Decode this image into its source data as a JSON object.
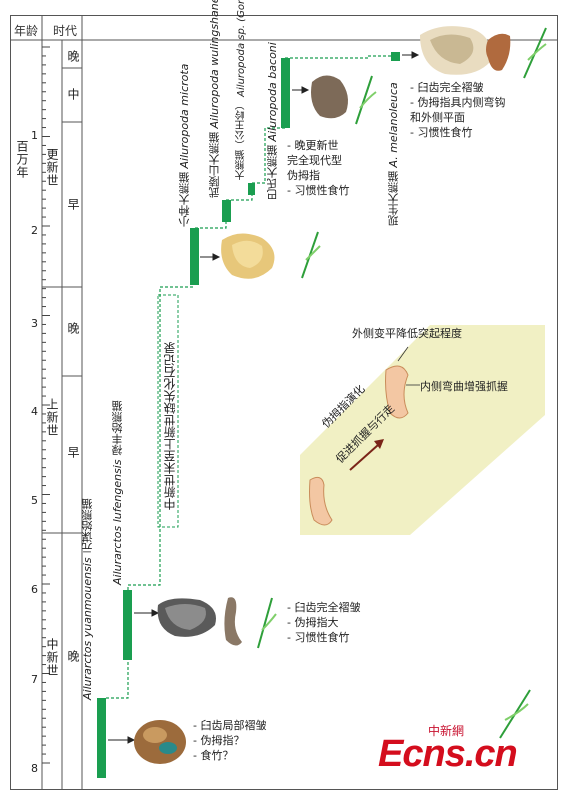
{
  "header": {
    "age": "年龄",
    "period": "时代"
  },
  "unit": "百万年",
  "ticks": [
    "1",
    "2",
    "3",
    "4",
    "5",
    "6",
    "7",
    "8"
  ],
  "epochs": [
    {
      "name": "更新世",
      "sub": [
        "晚",
        "中",
        "早"
      ]
    },
    {
      "name": "上新世",
      "sub": [
        "晚",
        "早"
      ]
    },
    {
      "name": "中新世",
      "sub": [
        "晚"
      ]
    }
  ],
  "taxa": [
    {
      "latin": "Ailurarctos yuanmouensis",
      "cn": "元谋始熊猫"
    },
    {
      "latin": "Ailurarctos lufengensis",
      "cn": "禄丰始熊猫"
    },
    {
      "latin": "Ailuropoda microta",
      "cn": "小种大熊猫"
    },
    {
      "latin": "Ailuropoda wulingshanensis",
      "cn": "武陵山大熊猫"
    },
    {
      "latin": "Ailuropoda sp. (Gongwangling)",
      "cn": "大熊猫（公王岭）"
    },
    {
      "latin": "Ailuropoda baconi",
      "cn": "巴氏大熊猫"
    },
    {
      "latin": "A. melanoleuca",
      "cn": "现生大熊猫"
    }
  ],
  "gap_label": "中新世末至上新世缺失化石记录",
  "notes": {
    "yuanmou": [
      "- 臼齿局部褶皱",
      "- 伪拇指？",
      "- 食竹？"
    ],
    "lufeng": [
      "- 臼齿完全褶皱",
      "- 伪拇指大",
      "- 习惯性食竹"
    ],
    "late_pleistocene": [
      "- 晚更新世",
      "  完全现代型",
      "  伪拇指",
      "- 习惯性食竹"
    ],
    "modern": [
      "- 臼齿完全褶皱",
      "- 伪拇指具内侧弯钩",
      "  和外侧平面",
      "- 习惯性食竹"
    ]
  },
  "callout": {
    "arrow_text": "伪拇指演化",
    "arrow_text2": "促进抓握与行走",
    "note_top": "外侧变平降低突起程度",
    "note_right": "内侧弯曲增强抓握"
  },
  "watermark": {
    "small": "中新網",
    "big": "Ecns.cn"
  },
  "colors": {
    "bar": "#1a9e50",
    "callout": "#f1f0c4",
    "arrow": "#f3c7a3"
  }
}
